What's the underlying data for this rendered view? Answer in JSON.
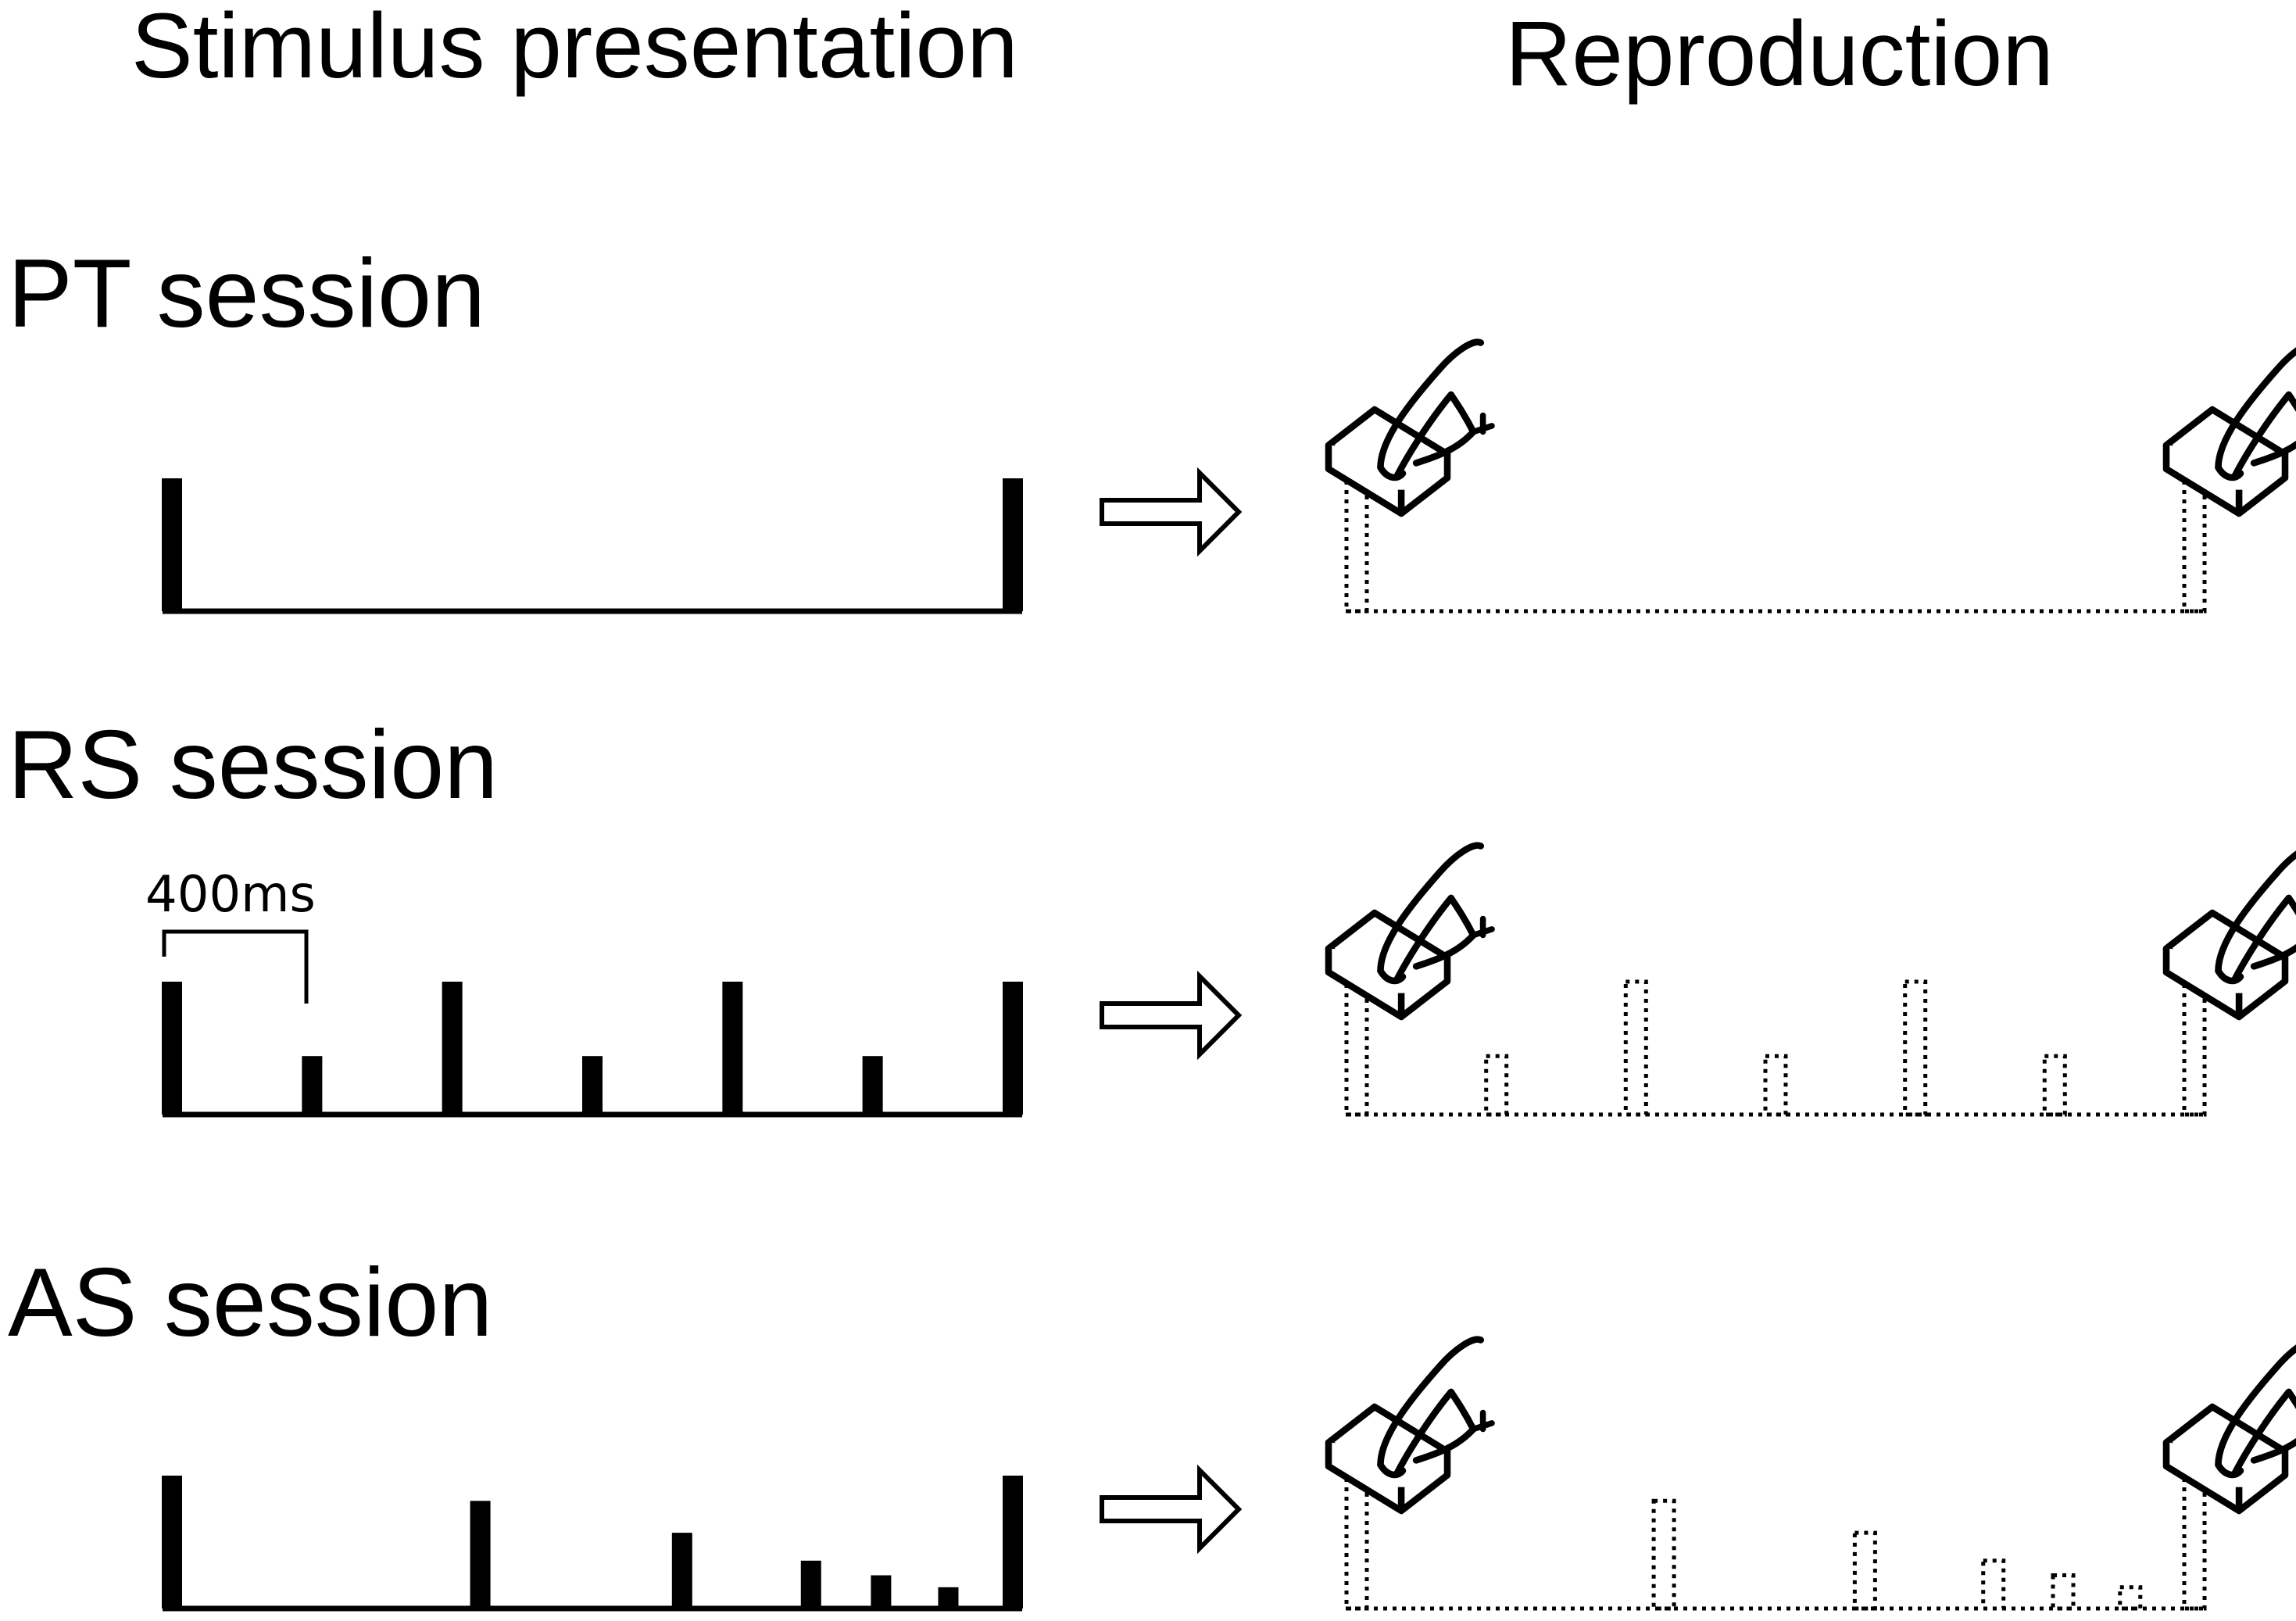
{
  "headers": {
    "stimulus": "Stimulus presentation",
    "reproduction": "Reproduction"
  },
  "sessions": [
    {
      "label": "PT session",
      "markers": [
        {
          "t": 0,
          "h": 1
        },
        {
          "t": 1,
          "h": 1
        }
      ]
    },
    {
      "label": "RS session",
      "interval_label": "400ms",
      "markers": [
        {
          "t": 0,
          "h": 1
        },
        {
          "t": 0.1667,
          "h": 0.44
        },
        {
          "t": 0.3333,
          "h": 1
        },
        {
          "t": 0.5,
          "h": 0.44
        },
        {
          "t": 0.6667,
          "h": 1
        },
        {
          "t": 0.8333,
          "h": 0.44
        },
        {
          "t": 1,
          "h": 1
        }
      ]
    },
    {
      "label": "AS session",
      "markers": [
        {
          "t": 0,
          "h": 1
        },
        {
          "t": 0.3667,
          "h": 0.81
        },
        {
          "t": 0.6067,
          "h": 0.57
        },
        {
          "t": 0.76,
          "h": 0.36
        },
        {
          "t": 0.8433,
          "h": 0.25
        },
        {
          "t": 0.9233,
          "h": 0.16
        },
        {
          "t": 1,
          "h": 1
        }
      ]
    }
  ],
  "icons": {
    "arrow": "right-arrow-icon",
    "response": "finger-press-button-icon"
  }
}
